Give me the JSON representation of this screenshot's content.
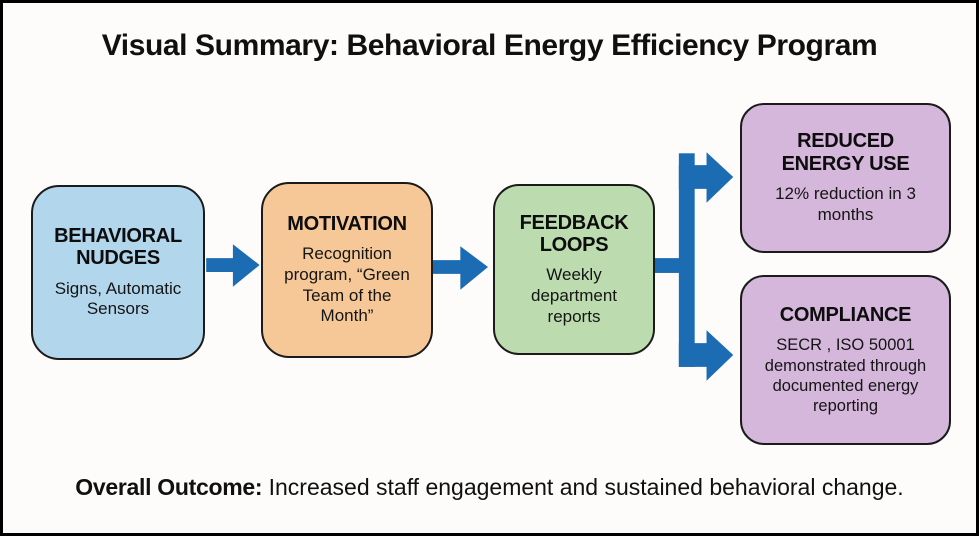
{
  "title": "Visual Summary: Behavioral Energy Efficiency Program",
  "nodes": {
    "behavioral_nudges": {
      "heading": "BEHAVIORAL NUDGES",
      "body": "Signs, Automatic Sensors",
      "fill": "#b2d6ec"
    },
    "motivation": {
      "heading": "MOTIVATION",
      "body": "Recognition program, “Green Team of the Month”",
      "fill": "#f6c897"
    },
    "feedback_loops": {
      "heading": "FEEDBACK LOOPS",
      "body": "Weekly department reports",
      "fill": "#bcdcb0"
    },
    "reduced_energy_use": {
      "heading": "REDUCED ENERGY USE",
      "body": "12% reduction in 3 months",
      "fill": "#d5b7db"
    },
    "compliance": {
      "heading": "COMPLIANCE",
      "body": "SECR , ISO 50001 demonstrated through documented energy reporting",
      "fill": "#d5b7db"
    }
  },
  "outcome": {
    "label": "Overall Outcome:",
    "text": "Increased staff engagement and sustained behavioral change."
  },
  "colors": {
    "arrow": "#1b6cb3",
    "box_border": "#1b1b1b",
    "frame_border": "#000000",
    "background": "#fdfcfa",
    "text": "#111111"
  }
}
